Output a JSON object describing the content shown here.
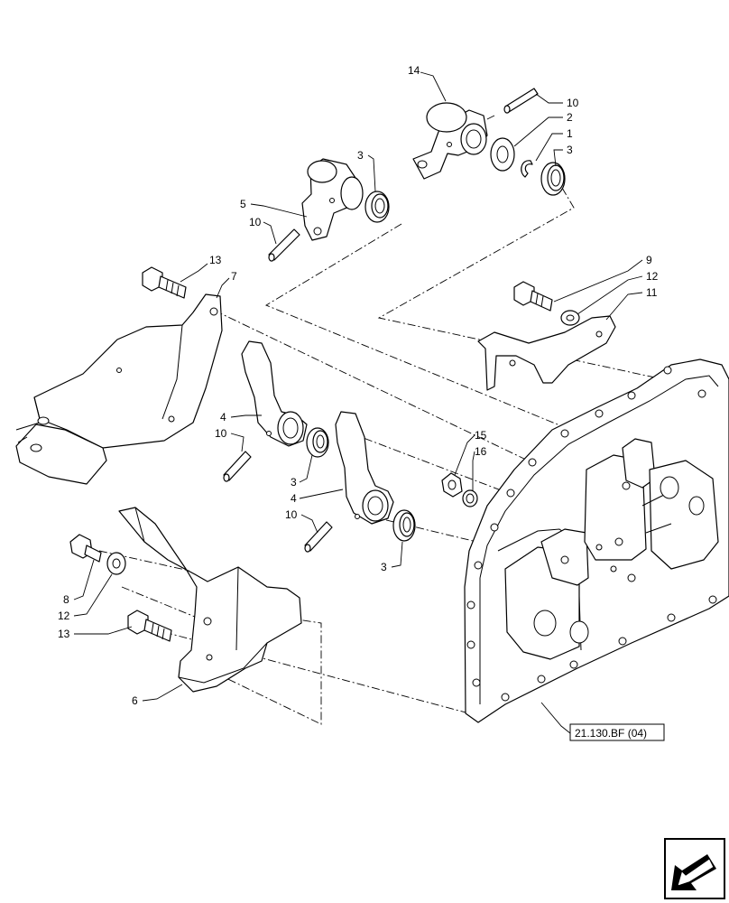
{
  "callouts": {
    "c14": "14",
    "c10a": "10",
    "c2": "2",
    "c1": "1",
    "c3a": "3",
    "c3b": "3",
    "c5": "5",
    "c10b": "10",
    "c13a": "13",
    "c7": "7",
    "c9": "9",
    "c12a": "12",
    "c11": "11",
    "c4a": "4",
    "c10c": "10",
    "c3c": "3",
    "c4b": "4",
    "c15": "15",
    "c16": "16",
    "c10d": "10",
    "c3d": "3",
    "c8": "8",
    "c12b": "12",
    "c13b": "13",
    "c6": "6"
  },
  "reference": "21.130.BF (04)",
  "nav_icon": "next-page-arrow-icon"
}
